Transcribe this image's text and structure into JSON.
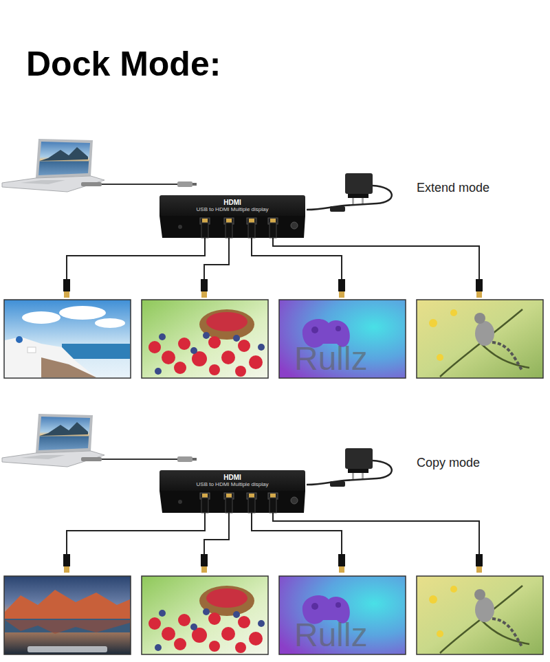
{
  "diagram": {
    "title": "Dock Mode:",
    "nodes": [
      {
        "text": [
          "HDMI",
          "USB to HDMI Multiple display"
        ]
      },
      {
        "text": [
          "HDMI",
          "USB to HDMI Multiple display"
        ]
      }
    ],
    "labels": [
      "Extend mode",
      "Rullz",
      "Copy mode",
      "Rullz"
    ]
  }
}
